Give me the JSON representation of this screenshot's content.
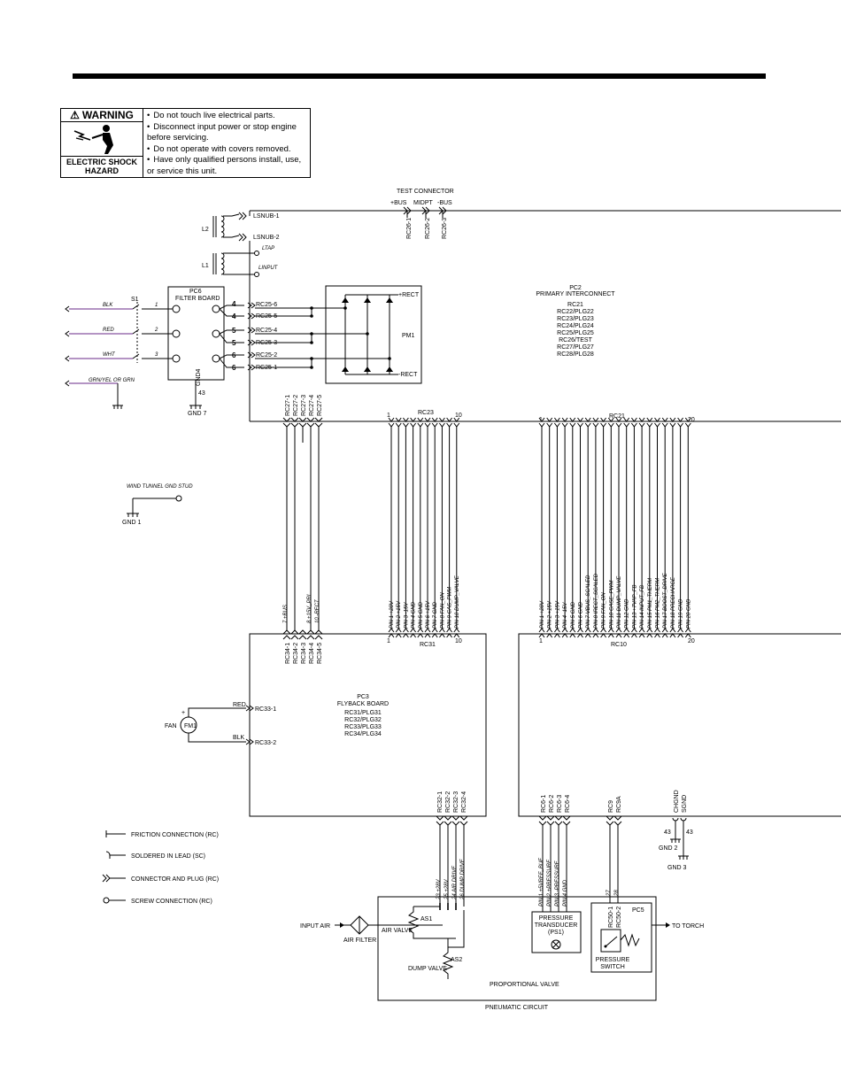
{
  "warning": {
    "title": "WARNING",
    "hazard_label": "ELECTRIC SHOCK HAZARD",
    "items": [
      "Do not touch live electrical parts.",
      "Disconnect input power or stop engine before servicing.",
      "Do not operate with covers removed.",
      "Have only qualified persons install, use, or service this unit."
    ]
  },
  "test_connector": {
    "title": "TEST CONNECTOR",
    "labels": [
      "+BUS",
      "MIDPT",
      "-BUS"
    ],
    "pins": [
      "RC26-1",
      "RC26-2",
      "RC26-3"
    ]
  },
  "inductors": {
    "l2": "L2",
    "l1": "L1",
    "lsnub1": "LSNUB-1",
    "lsnub2": "LSNUB-2",
    "ltap": "LTAP",
    "linput": "LINPUT"
  },
  "filter_board": {
    "title": "PC6",
    "subtitle": "FILTER BOARD",
    "switch": "S1",
    "inputs": [
      "1",
      "2",
      "3"
    ],
    "outputs": [
      "4",
      "4",
      "5",
      "5",
      "6",
      "6"
    ],
    "gnd_label": "GND4",
    "gnd_num": "43",
    "gnd7": "GND 7"
  },
  "input_wires": [
    "BLK",
    "RED",
    "WHT",
    "GRN/YEL OR GRN"
  ],
  "rc25": [
    "RC25-6",
    "RC25-5",
    "RC25-4",
    "RC25-3",
    "RC25-2",
    "RC25-1"
  ],
  "rectifier": {
    "pos": "+RECT",
    "neg": "-RECT",
    "name": "PM1"
  },
  "pc2": {
    "title": "PC2",
    "subtitle": "PRIMARY INTERCONNECT",
    "lines": [
      "RC21",
      "RC22/PLG22",
      "RC23/PLG23",
      "RC24/PLG24",
      "RC25/PLG25",
      "RC26/TEST",
      "RC27/PLG27",
      "RC28/PLG28"
    ]
  },
  "rc27": [
    "RC27-1",
    "RC27-2",
    "RC27-3",
    "RC27-4",
    "RC27-5"
  ],
  "rc23": {
    "label": "RC23",
    "first": "1",
    "last": "10"
  },
  "rc21": {
    "label": "RC21",
    "first": "1",
    "last": "20"
  },
  "gnd1": {
    "label": "WIND TUNNEL GND STUD",
    "gnd": "GND 1"
  },
  "rc34_signals": [
    "7 +BUS",
    "8 +15V_PRI",
    "10 -RECT"
  ],
  "rc34": [
    "RC34-1",
    "RC34-2",
    "RC34-3",
    "RC34-4",
    "RC34-5"
  ],
  "rc31_signals": [
    "PIN 1 +28V",
    "PIN 2 +15V",
    "PIN 3 -15V",
    "PIN 4 GND",
    "PIN 5 GND",
    "PIN 6 +15V",
    "PIN 7 GND",
    "PIN 8 FAN_ON",
    "PIN 9 CAS_PWM",
    "PIN 10 DUMP_VALVE"
  ],
  "rc31": {
    "label": "RC31",
    "first": "1",
    "last": "10"
  },
  "rc10_signals": [
    "PIN 1 +28V",
    "PIN 2 +15V",
    "PIN 3 +15V",
    "PIN 4 -15V",
    "PIN 5 GND",
    "PIN 6 GND",
    "PIN 7 VBUS_SCALED",
    "PIN 8 IRECT_SCALED",
    "PIN 9 FAN_ON",
    "PIN 10 CASE_PWM",
    "PIN 11 DUMP_VALVE",
    "PIN 12 GND",
    "PIN 13 +7VAP_FB",
    "PIN 14 INPUT_FB",
    "PIN 15 PM1_THERM",
    "PIN 16 PM2_THERM",
    "PIN 17 BOOST_DRIVE",
    "PIN 18 PRECHARGE",
    "PIN 19 GND",
    "PIN 20 GND"
  ],
  "rc10": {
    "label": "RC10",
    "first": "1",
    "last": "20"
  },
  "pc3": {
    "title": "PC3",
    "subtitle": "FLYBACK BOARD",
    "lines": [
      "RC31/PLG31",
      "RC32/PLG32",
      "RC33/PLG33",
      "RC34/PLG34"
    ]
  },
  "fan": {
    "label": "FAN",
    "name": "FM1",
    "plus": "+",
    "red": "RED",
    "blk": "BLK",
    "rc33_1": "RC33-1",
    "rc33_2": "RC33-2"
  },
  "rc32": [
    "RC32-1",
    "RC32-2",
    "RC32-3",
    "RC32-4"
  ],
  "rc32_signals": [
    "23 +28V",
    "25 +28V",
    "24 AIR DRIVE",
    "26 DUMP DRIVE"
  ],
  "rc6": [
    "RC6-1",
    "RC6-2",
    "RC6-3",
    "RC6-4"
  ],
  "rc6_signals": [
    "PIN 1 +5VREF_BUF",
    "PIN 2 +PRESSURE",
    "PIN 3 -PRESSURE",
    "PIN 4 GND"
  ],
  "rc9": [
    "RC9",
    "RC9A"
  ],
  "rc9_nums": [
    "27",
    "28"
  ],
  "chgnd": {
    "a": "CHGND",
    "b": "SGND",
    "n1": "43",
    "n2": "43",
    "gnd2": "GND 2",
    "gnd3": "GND 3"
  },
  "legend": [
    "FRICTION CONNECTION (RC)",
    "SOLDERED IN LEAD (SC)",
    "CONNECTOR AND PLUG (RC)",
    "SCREW CONNECTION (RC)"
  ],
  "pneumatic": {
    "input_air": "INPUT AIR",
    "air_filter": "AIR FILTER",
    "air_valve": "AIR VALVE",
    "as1": "AS1",
    "as2": "AS2",
    "dump_valve": "DUMP VALVE",
    "prop_valve": "PROPORTIONAL VALVE",
    "circuit": "PNEUMATIC CIRCUIT",
    "transducer": [
      "PRESSURE",
      "TRANSDUCER",
      "(PS1)"
    ],
    "pc5": "PC5",
    "rc50": [
      "RC50-1",
      "RC50-2"
    ],
    "switch": [
      "PRESSURE",
      "SWITCH"
    ],
    "to_torch": "TO TORCH"
  }
}
